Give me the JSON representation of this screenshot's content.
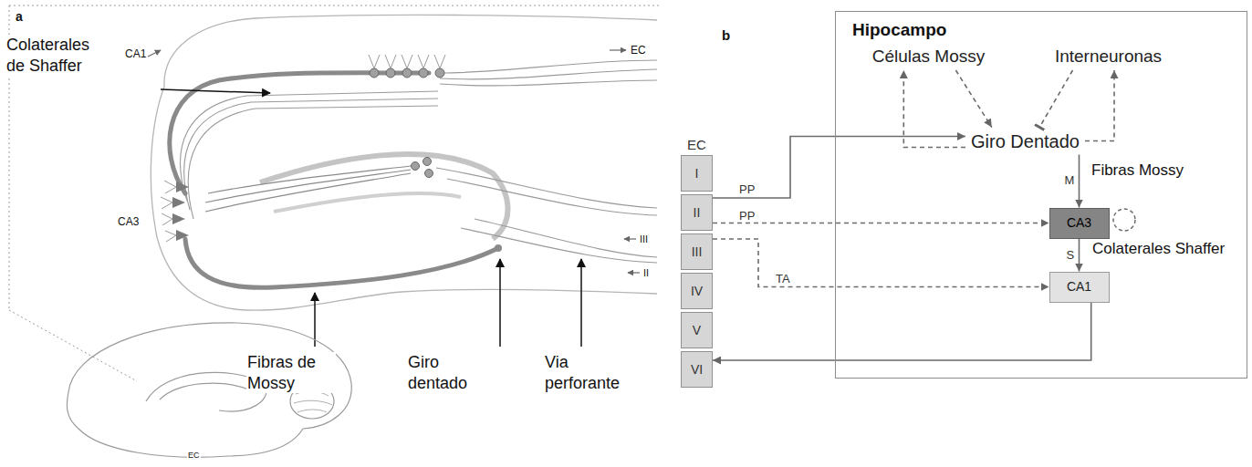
{
  "diagram": {
    "nodes": [
      {
        "text": [
          "EC"
        ]
      },
      {
        "text": [
          "I"
        ],
        "in": 0
      },
      {
        "text": [
          "II"
        ],
        "in": 0
      },
      {
        "text": [
          "III"
        ],
        "in": 0
      },
      {
        "text": [
          "IV"
        ],
        "in": 0
      },
      {
        "text": [
          "V"
        ],
        "in": 0
      },
      {
        "text": [
          "VI"
        ],
        "in": 0
      },
      {
        "text": [
          "Hipocampo"
        ]
      },
      {
        "text": [
          "Células Mossy"
        ],
        "in": 7
      },
      {
        "text": [
          "Interneuronas"
        ],
        "in": 7
      },
      {
        "text": [
          "Giro Dentado"
        ],
        "in": 7
      },
      {
        "text": [
          "CA3"
        ],
        "in": 7
      },
      {
        "text": [
          "CA1"
        ],
        "in": 7
      }
    ],
    "edges": [
      {
        "from": 2,
        "to": 10,
        "arrow": "to",
        "label": "PP"
      },
      {
        "from": 2,
        "to": 11,
        "arrow": "to",
        "label": "PP"
      },
      {
        "from": 3,
        "to": 12,
        "arrow": "to",
        "label": "TA"
      },
      {
        "from": 10,
        "to": 8,
        "arrow": "to"
      },
      {
        "from": 8,
        "to": 10,
        "arrow": "to"
      },
      {
        "from": 9,
        "to": 10,
        "arrow": "to"
      },
      {
        "from": 10,
        "to": 9,
        "arrow": "to"
      },
      {
        "from": 10,
        "to": 11,
        "arrow": "to",
        "label": "M"
      },
      {
        "from": 11,
        "to": 12,
        "arrow": "to",
        "label": "S"
      },
      {
        "from": 12,
        "to": 6,
        "arrow": "to"
      }
    ],
    "labels": [
      "a",
      "CA1",
      "EC",
      "CA3",
      "III",
      "II",
      "Colaterales de Shaffer",
      "Fibras de Mossy",
      "Giro dentado",
      "Via perforante",
      "EC",
      "b",
      "Fibras Mossy",
      "Colaterales Shaffer"
    ]
  }
}
